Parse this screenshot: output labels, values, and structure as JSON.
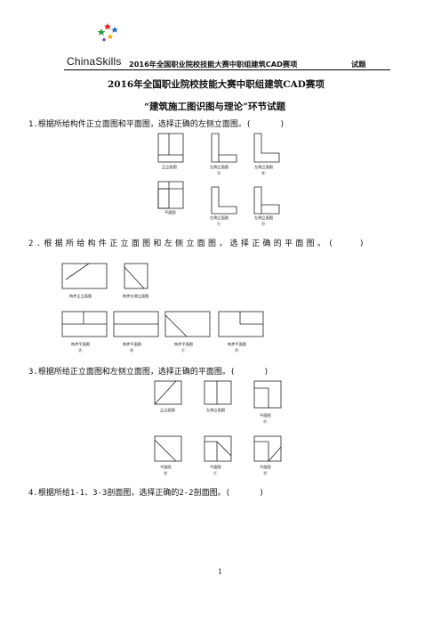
{
  "header": {
    "logo_text": "ChinaSkills",
    "running_title": "2016年全国职业院校技能大赛中职组建筑CAD赛项",
    "running_suffix": "试题"
  },
  "doc": {
    "title": "2016年全国职业院校技能大赛中职组建筑CAD赛项",
    "subtitle": "“建筑施工图识图与理论”环节试题"
  },
  "questions": {
    "q1": "1.根据所给构件正立面图和平面图，选择正确的左侧立面图。(      )",
    "q2": "2.根据所给构件正立面图和左侧立面图，选择正确的平面图。(   )",
    "q3": "3.根据所给正立面图和左侧立面图，选择正确的平面图。(      )",
    "q4": "4.根据所给1-1、3-3剖面图，选择正确的2-2剖面图。(      )"
  },
  "q1_labels": {
    "front": "正立面图",
    "plan": "平面图",
    "option": "左侧立面图",
    "a": "Ⓐ",
    "b": "Ⓑ",
    "c": "Ⓒ",
    "d": "Ⓓ"
  },
  "q2_labels": {
    "front": "构件正立面图",
    "left": "构件左侧立面图",
    "option": "构件平面图",
    "a": "Ⓐ",
    "b": "Ⓑ",
    "c": "Ⓒ",
    "d": "Ⓓ"
  },
  "q3_labels": {
    "front": "正立面图",
    "left": "左侧立面图",
    "option": "平面图",
    "a": "Ⓐ",
    "b": "Ⓑ",
    "c": "Ⓒ",
    "d": "Ⓓ"
  },
  "page_number": "1"
}
